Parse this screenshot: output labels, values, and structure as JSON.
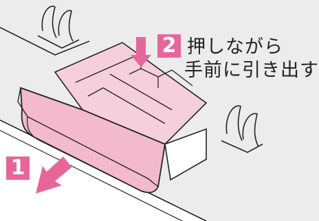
{
  "steps": [
    {
      "number": "1",
      "instruction": ""
    },
    {
      "number": "2",
      "instruction_lines": [
        "押しながら",
        "手前に引き出す"
      ]
    }
  ],
  "colors": {
    "accent_pink": "#e6669a",
    "drawer_fill": "#f6cfdc",
    "background_panel": "#ececec",
    "line": "#222222"
  },
  "icons": [
    "down-arrow-icon",
    "pull-arrow-icon"
  ]
}
